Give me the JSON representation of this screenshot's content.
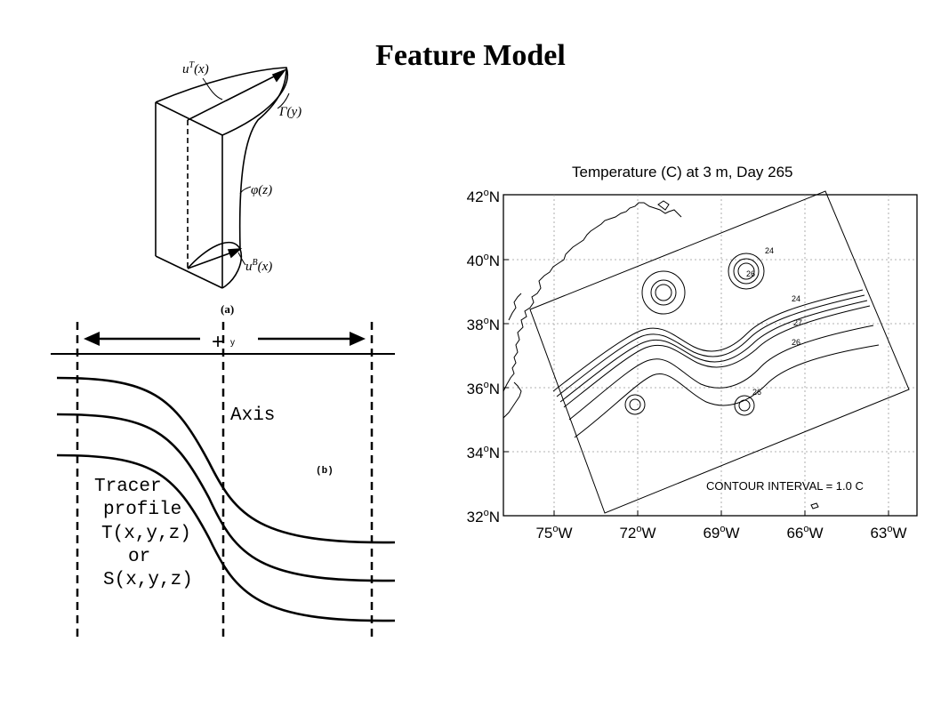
{
  "title": "Feature Model",
  "panel_a": {
    "caption": "(a)",
    "labels": {
      "uT": "u",
      "uT_sup": "T",
      "uT_arg": "(x)",
      "gamma": "Γ(y)",
      "phi": "φ(z)",
      "uB": "u",
      "uB_sup": "B",
      "uB_arg": "(x)"
    }
  },
  "panel_b": {
    "caption": "(b)",
    "plus_y": "+",
    "y": "y",
    "axis": "Axis",
    "tracer_lines": [
      "Tracer",
      "profile",
      "T(x,y,z)",
      "or",
      "S(x,y,z)"
    ]
  },
  "map": {
    "title": "Temperature (C) at 3 m, Day 265",
    "lat_labels": [
      "42",
      "40",
      "38",
      "36",
      "34",
      "32"
    ],
    "lat_suffix": "N",
    "lon_labels": [
      "75",
      "72",
      "69",
      "66",
      "63"
    ],
    "lon_suffix": "W",
    "degree": "o",
    "contour_labels": [
      "24",
      "26",
      "24",
      "27",
      "26",
      "26"
    ],
    "contour_interval": "CONTOUR INTERVAL = 1.0 C"
  }
}
